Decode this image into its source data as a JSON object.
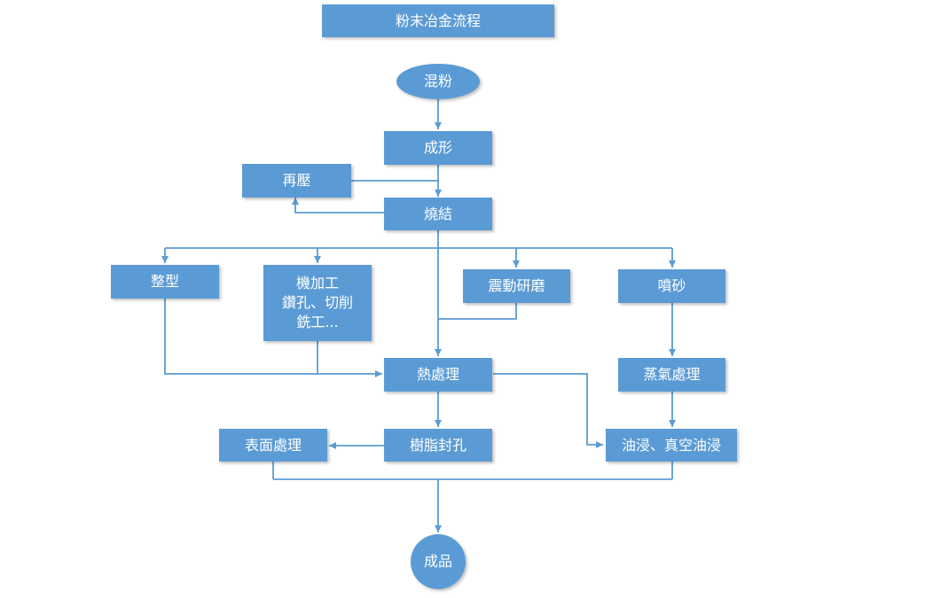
{
  "title": "粉末冶金流程",
  "nodes": {
    "mix": "混粉",
    "forming": "成形",
    "repress": "再壓",
    "sintering": "燒結",
    "sizing": "整型",
    "machining": "機加工\n鑽孔、切削\n銑工...",
    "vibration_grinding": "震動研磨",
    "sandblasting": "噴砂",
    "heat_treatment": "熱處理",
    "steam_treatment": "蒸氣處理",
    "resin_sealing": "樹脂封孔",
    "surface_treatment": "表面處理",
    "oil_impregnation": "油浸、真空油浸",
    "product": "成品"
  },
  "colors": {
    "node_fill": "#5b9bd5",
    "line": "#5b9bd5",
    "text": "#ffffff"
  }
}
